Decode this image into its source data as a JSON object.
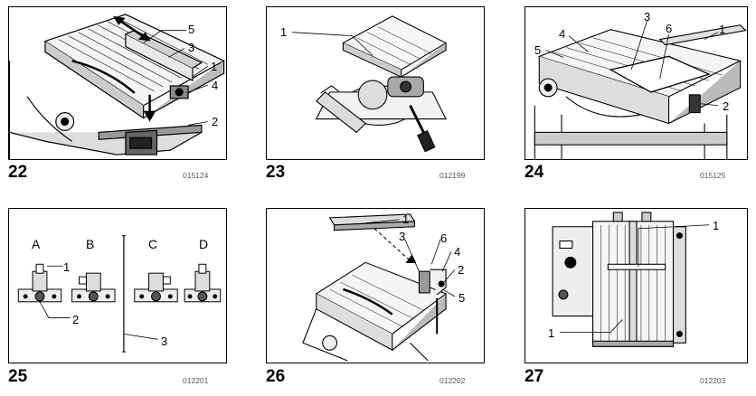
{
  "figures": [
    {
      "number": "22",
      "code": "015124",
      "callouts": [
        "1",
        "2",
        "3",
        "4",
        "5"
      ]
    },
    {
      "number": "23",
      "code": "012199",
      "callouts": [
        "1"
      ]
    },
    {
      "number": "24",
      "code": "015125",
      "callouts": [
        "1",
        "2",
        "3",
        "4",
        "5",
        "6"
      ]
    },
    {
      "number": "25",
      "code": "012201",
      "callouts": [
        "1",
        "2",
        "3"
      ],
      "positions": [
        "A",
        "B",
        "C",
        "D"
      ]
    },
    {
      "number": "26",
      "code": "012202",
      "callouts": [
        "1",
        "2",
        "3",
        "4",
        "5",
        "6"
      ]
    },
    {
      "number": "27",
      "code": "012203",
      "callouts": [
        "1",
        "1"
      ]
    }
  ]
}
